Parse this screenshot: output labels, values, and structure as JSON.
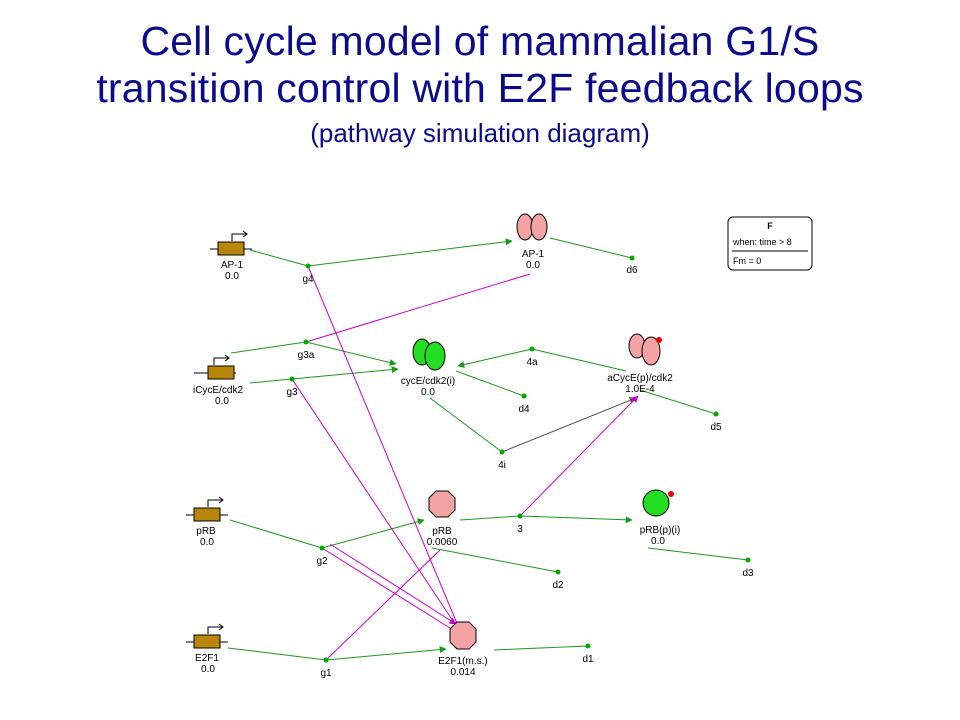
{
  "title": {
    "line1": "Cell cycle model of mammalian G1/S",
    "line2": "transition control with E2F feedback loops",
    "subtitle": "(pathway simulation diagram)"
  },
  "genes": [
    {
      "id": "ap1gene",
      "label": "AP-1",
      "value": "0.0"
    },
    {
      "id": "icyce",
      "label": "iCycE/cdk2",
      "value": "0.0"
    },
    {
      "id": "prbgene",
      "label": "pRB",
      "value": "0.0"
    },
    {
      "id": "e2f1gene",
      "label": "E2F1",
      "value": "0.0"
    }
  ],
  "species": [
    {
      "id": "ap1",
      "label": "AP-1",
      "value": "0.0",
      "color": "#f4a3a3"
    },
    {
      "id": "cyce",
      "label": "cycE/cdk2(i)",
      "value": "0.0",
      "color": "#22dd22"
    },
    {
      "id": "acyce",
      "label": "aCycE(p)/cdk2",
      "value": "1.0E-4",
      "color": "#f4a3a3"
    },
    {
      "id": "prb",
      "label": "pRB",
      "value": "0.0060",
      "color": "#f4a3a3"
    },
    {
      "id": "prbp",
      "label": "pRB(p)(i)",
      "value": "0.0",
      "color": "#22dd22"
    },
    {
      "id": "e2f1",
      "label": "E2F1(m.s.)",
      "value": "0.014",
      "color": "#f4a3a3"
    }
  ],
  "reactions": [
    "g4",
    "d6",
    "g3a",
    "g3",
    "4a",
    "d4",
    "d5",
    "4i",
    "g2",
    "3",
    "d2",
    "d3",
    "g1",
    "d1"
  ],
  "function_box": {
    "name": "F",
    "condition": "when: time > 8",
    "assignment": "Fm = 0"
  },
  "colors": {
    "title": "#0a0a8c",
    "green_arc": "#1a9a1a",
    "magenta_arc": "#cc00cc",
    "gene_box": "#b8860b",
    "node": "#00aa00"
  }
}
